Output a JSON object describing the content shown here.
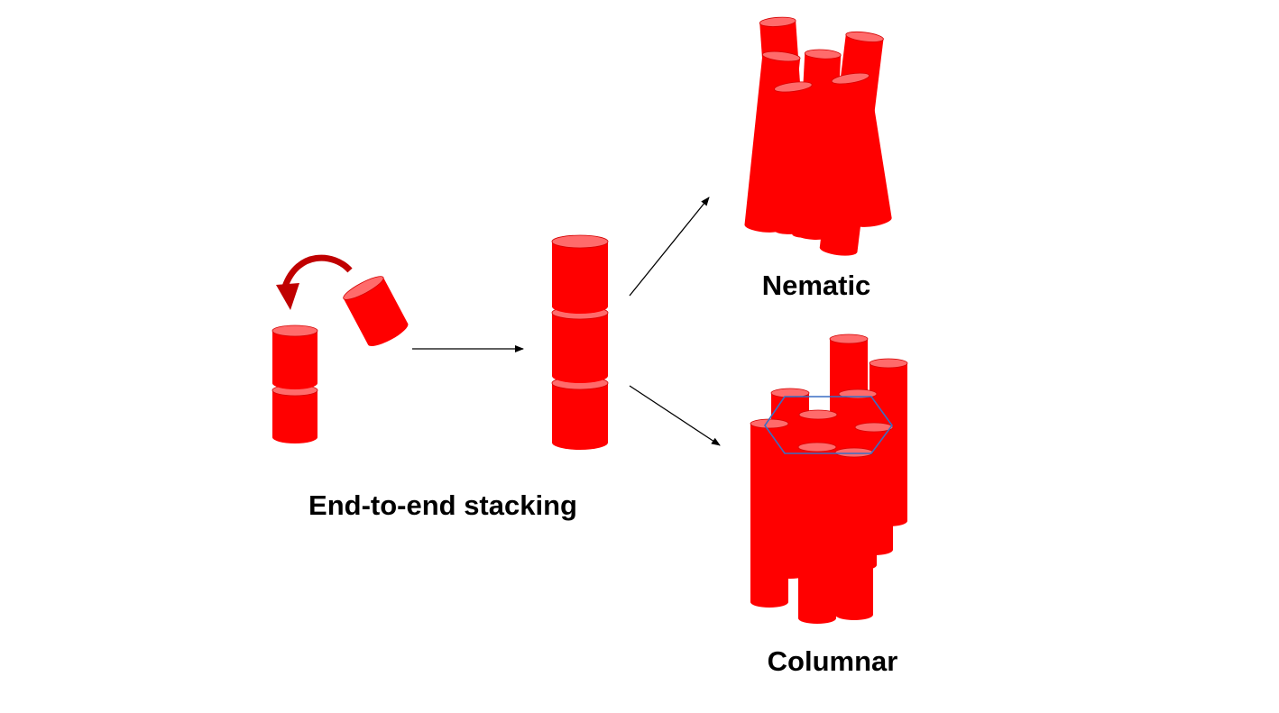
{
  "labels": {
    "stacking": "End-to-end stacking",
    "nematic": "Nematic",
    "columnar": "Columnar"
  },
  "colors": {
    "cylinder_body": "#ff0000",
    "cylinder_top": "#ff6b6b",
    "cylinder_edge": "#d40000",
    "rotation_arrow": "#c00000",
    "flow_arrow": "#000000",
    "hexagon": "#3a6fc4",
    "label_text": "#000000"
  },
  "icons": {
    "rotation": "curved-arrow-icon",
    "flow": "straight-arrow-icon"
  }
}
